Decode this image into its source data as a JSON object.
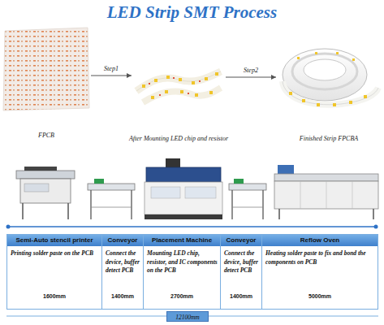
{
  "diagram": {
    "title": "LED Strip SMT Process",
    "nodes": [
      {
        "text": [
          "FPCB"
        ]
      },
      {
        "text": [
          "After Mounting LED chip and resistor"
        ]
      },
      {
        "text": [
          "Finished Strip FPCBA"
        ]
      },
      {
        "text": [
          "Semi-Auto stencil printer",
          "Printing solder paste on the PCB",
          "1600mm"
        ]
      },
      {
        "text": [
          "Conveyor",
          "Connect the device, buffer detect PCB",
          "1400mm"
        ]
      },
      {
        "text": [
          "Placement Machine",
          "Mounting LED chip, resistor, and IC components on the PCB",
          "2700mm"
        ]
      },
      {
        "text": [
          "Conveyor",
          "Connect the device, buffer detect PCB",
          "1400mm"
        ]
      },
      {
        "text": [
          "Reflow Oven",
          "Heating solder paste to fix and bond the components on PCB",
          "5000mm"
        ]
      }
    ],
    "edges": [
      {
        "from": 0,
        "to": 1,
        "label": "Step1",
        "arrow": "to"
      },
      {
        "from": 1,
        "to": 2,
        "label": "Step2",
        "arrow": "to"
      }
    ],
    "labels": [
      "12100mm"
    ]
  }
}
